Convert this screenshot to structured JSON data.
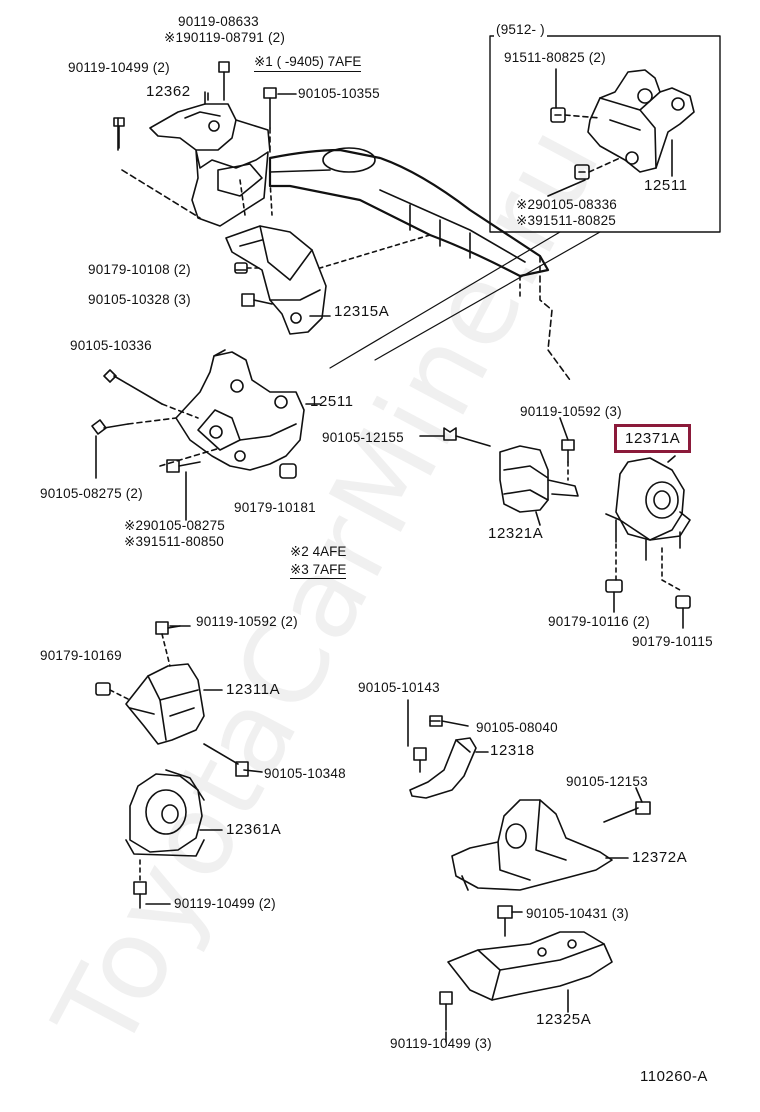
{
  "watermark": "ToyotaCarMine.ru",
  "diagram_ref": "110260-A",
  "callouts": {
    "c90119_08633": "90119-08633",
    "c90119_08791": "※190119-08791 (2)",
    "c90119_10499_top": "90119-10499 (2)",
    "note1": "※1 (      -9405) 7AFE",
    "c12362": "12362",
    "c90105_10355": "90105-10355",
    "inset_range": "(9512-        )",
    "c91511_80825_2": "91511-80825 (2)",
    "c12511_inset": "12511",
    "c90105_08336": "※290105-08336",
    "c91511_80825_b": "※391511-80825",
    "c90179_10108": "90179-10108 (2)",
    "c90105_10328": "90105-10328 (3)",
    "c12315A": "12315A",
    "c90105_10336": "90105-10336",
    "c12511": "12511",
    "c90105_08275_2": "90105-08275 (2)",
    "c90179_10181": "90179-10181",
    "c90105_08275_b": "※290105-08275",
    "c91511_80850": "※391511-80850",
    "note2": "※2 4AFE",
    "note3": "※3 7AFE",
    "c90105_12155": "90105-12155",
    "c90119_10592_3": "90119-10592 (3)",
    "c12321A": "12321A",
    "c12371A": "12371A",
    "c90179_10116": "90179-10116 (2)",
    "c90179_10115": "90179-10115",
    "c90119_10592_2": "90119-10592 (2)",
    "c90179_10169": "90179-10169",
    "c12311A": "12311A",
    "c90105_10348": "90105-10348",
    "c12361A": "12361A",
    "c90119_10499_mid": "90119-10499 (2)",
    "c90105_10143": "90105-10143",
    "c90105_08040": "90105-08040",
    "c12318": "12318",
    "c90105_12153": "90105-12153",
    "c12372A": "12372A",
    "c90105_10431": "90105-10431 (3)",
    "c12325A": "12325A",
    "c90119_10499_bot": "90119-10499 (3)"
  }
}
